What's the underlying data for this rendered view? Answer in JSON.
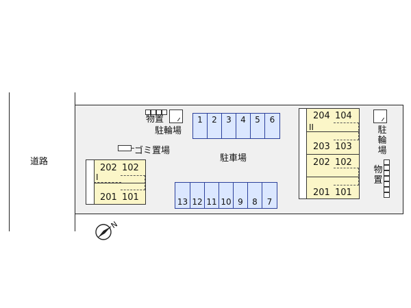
{
  "labels": {
    "road": "道路",
    "parking": "駐車場",
    "storage_top": "物置",
    "bicycle_top": "駐輪場",
    "garbage": "ゴミ置場",
    "bicycle_right": "駐輪場",
    "storage_right": "物置"
  },
  "building_I": {
    "label": "I",
    "rows": [
      {
        "left": "202",
        "right": "102"
      },
      {
        "left": "201",
        "right": "101"
      }
    ]
  },
  "building_II": {
    "label": "II",
    "rows": [
      {
        "left": "204",
        "right": "104"
      },
      {
        "left": "203",
        "right": "103"
      },
      {
        "left": "202",
        "right": "102"
      },
      {
        "left": "201",
        "right": "101"
      }
    ]
  },
  "parking_top": [
    "1",
    "2",
    "3",
    "4",
    "5",
    "6"
  ],
  "parking_bottom": [
    "13",
    "12",
    "11",
    "10",
    "9",
    "8",
    "7"
  ],
  "compass": "N",
  "colors": {
    "parking_fill": "#dbe7ff",
    "building_fill": "#fbf6c8",
    "lot_fill": "#f0f0f0"
  }
}
